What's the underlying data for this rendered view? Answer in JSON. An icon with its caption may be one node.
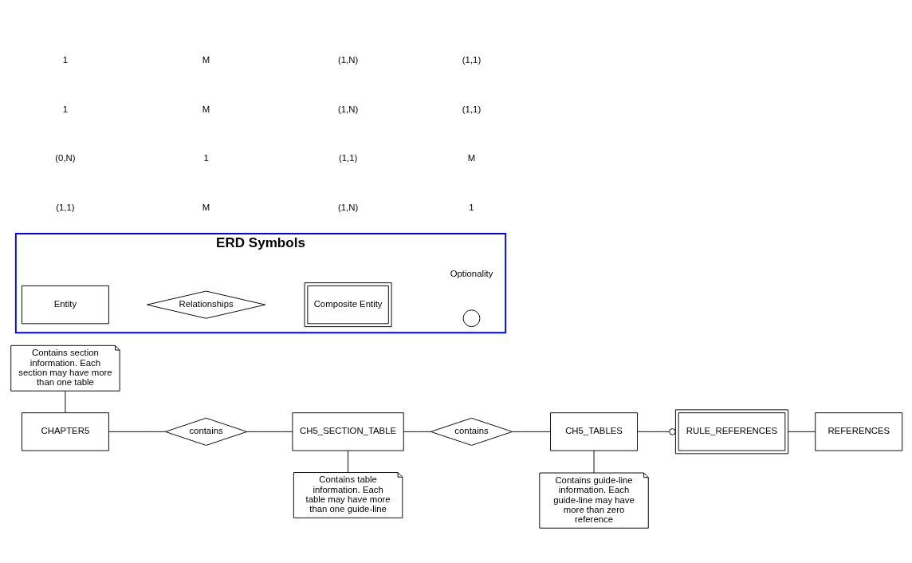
{
  "diagram": {
    "nodes": [
      {
        "text": [
          "Contains section information. Each section may have more than one table"
        ]
      },
      {
        "text": [
          "CHAPTER5"
        ]
      },
      {
        "text": [
          "contains"
        ]
      },
      {
        "text": [
          "CH5_SECTION_TABLE"
        ]
      },
      {
        "text": [
          "Contains table information. Each table may have more than one guide-line"
        ]
      },
      {
        "text": [
          "contains"
        ]
      },
      {
        "text": [
          "CH5_TABLES"
        ]
      },
      {
        "text": [
          "Contains guide-line information. Each guide-line may have more than zero reference"
        ]
      },
      {
        "text": [
          "RULE_REFERENCES"
        ]
      },
      {
        "text": [
          "REFERENCES"
        ]
      },
      {
        "text": [
          "ERD Symbols"
        ]
      },
      {
        "text": [
          "Entity"
        ],
        "in": 10
      },
      {
        "text": [
          "Relationships"
        ],
        "in": 10
      },
      {
        "text": [
          "Composite Entity"
        ],
        "in": 10
      },
      {
        "text": [],
        "shape": "circle",
        "beside": [
          "Optionality"
        ],
        "in": 10
      }
    ],
    "edges": [
      {
        "from": 0,
        "to": 1,
        "arrow": "none"
      },
      {
        "from": 1,
        "to": 2,
        "arrow": "none"
      },
      {
        "from": 2,
        "to": 3,
        "arrow": "none"
      },
      {
        "from": 4,
        "to": 3,
        "arrow": "none"
      },
      {
        "from": 3,
        "to": 5,
        "arrow": "none"
      },
      {
        "from": 5,
        "to": 6,
        "arrow": "none"
      },
      {
        "from": 7,
        "to": 6,
        "arrow": "none"
      },
      {
        "from": 6,
        "to": 8,
        "arrow": "other"
      },
      {
        "from": 8,
        "to": 9,
        "arrow": "none"
      }
    ],
    "labels": [
      "1",
      "M",
      "(1,N)",
      "(1,1)",
      "1",
      "M",
      "(1,N)",
      "(1,1)",
      "(0,N)",
      "1",
      "(1,1)",
      "M",
      "(1,1)",
      "M",
      "(1,N)",
      "1"
    ]
  }
}
